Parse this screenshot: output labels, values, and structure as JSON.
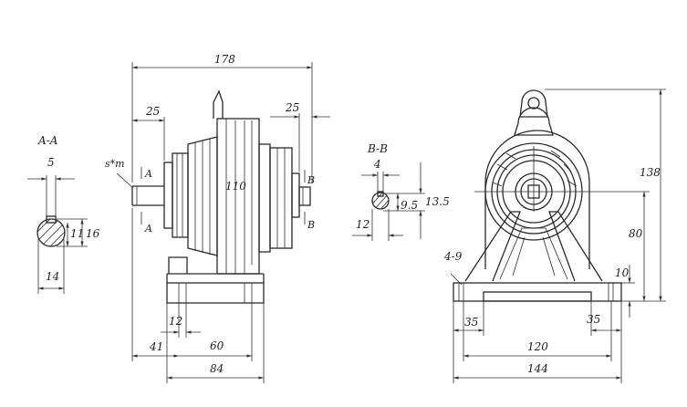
{
  "labels": {
    "section_a": "A-A",
    "section_b": "B-B",
    "shaft_key": "s*m",
    "mark_a_top": "A",
    "mark_a_bottom": "A",
    "mark_b_top": "B",
    "mark_b_bottom": "B",
    "holes": "4-9"
  },
  "dimensions": {
    "section_a": {
      "key_width": "5",
      "key_depth": "11",
      "diameter": "16",
      "width": "14"
    },
    "side_view": {
      "overall_length": "178",
      "shaft_left": "25",
      "shaft_right": "25",
      "center": "110",
      "base_step": "12",
      "left_offset": "41",
      "mounting_spacing": "60",
      "base_length": "84"
    },
    "section_b": {
      "key_width": "4",
      "key_depth": "9.5",
      "diameter": "13.5",
      "width": "12"
    },
    "front_view": {
      "height_total": "138",
      "center_height": "80",
      "base_thickness": "10",
      "slot_left": "35",
      "slot_right": "35",
      "hole_spacing": "120",
      "base_width": "144"
    }
  }
}
